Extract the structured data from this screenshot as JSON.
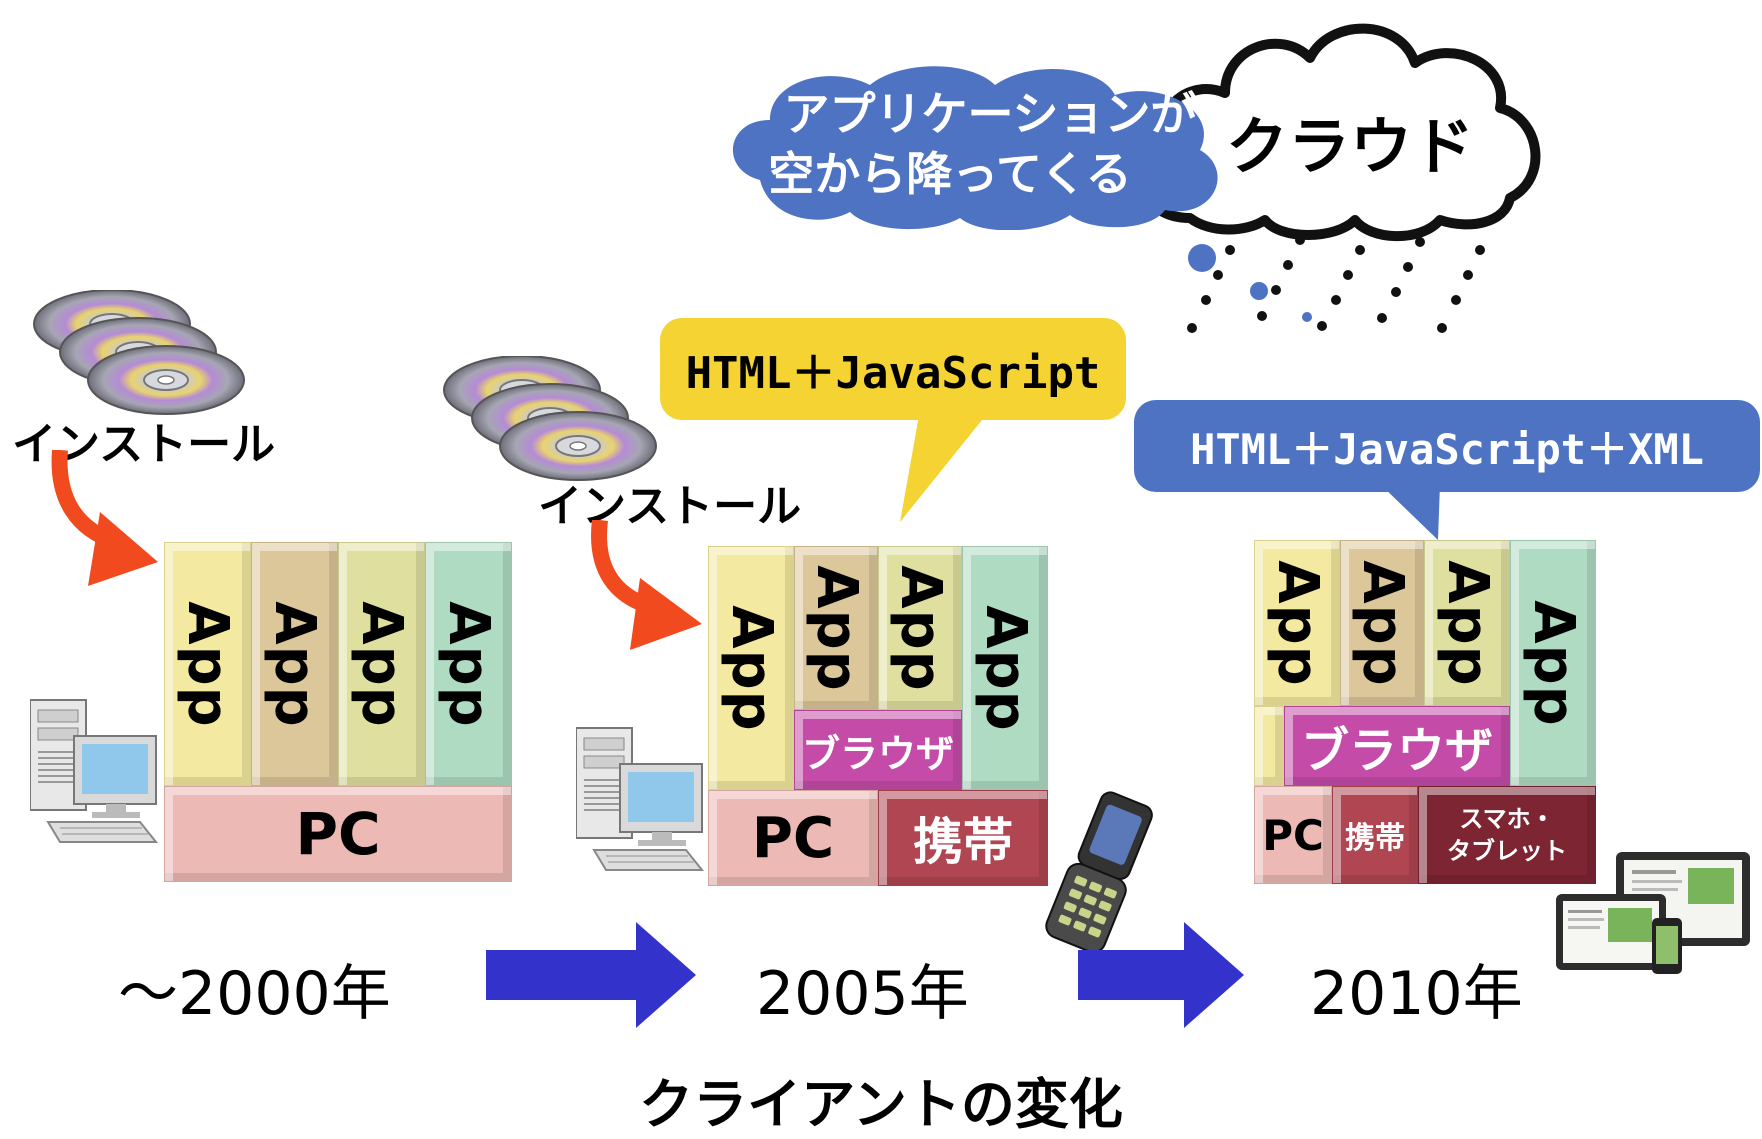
{
  "title": "クライアントの変化",
  "cloud_label": "クラウド",
  "sky_bubble": {
    "line1": "アプリケーションが",
    "line2": "空から降ってくる"
  },
  "bubble_2005": "HTML＋JavaScript",
  "bubble_2010": "HTML＋JavaScript＋XML",
  "install_label": "インストール",
  "app_label": "App",
  "pc_label": "PC",
  "mobile_label": "携帯",
  "browser_label": "ブラウザ",
  "smartphone_label_line1": "スマホ・",
  "smartphone_label_line2": "タブレット",
  "eras": {
    "e2000": "～2000年",
    "e2005": "2005年",
    "e2010": "2010年"
  },
  "colors": {
    "arrow_blue": "#3333cc",
    "arrow_red": "#f04a1e",
    "bubble_yellow": "#f4d333",
    "bubble_blue": "#4e73c3"
  }
}
